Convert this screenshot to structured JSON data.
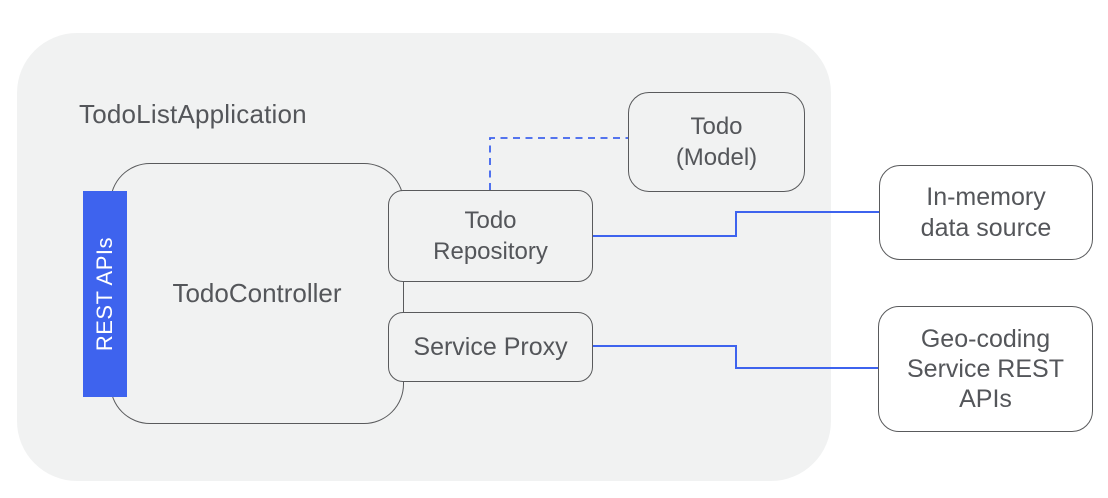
{
  "diagram": {
    "container_label": "TodoListApplication",
    "nodes": {
      "rest_apis": {
        "label": "REST APIs"
      },
      "todo_controller": {
        "label": "TodoController"
      },
      "todo_repository": {
        "label": "Todo\nRepository"
      },
      "service_proxy": {
        "label": "Service Proxy"
      },
      "todo_model": {
        "label": "Todo\n(Model)"
      },
      "in_memory_data_source": {
        "label": "In-memory\ndata source"
      },
      "geo_coding_service": {
        "label": "Geo-coding\nService REST\nAPIs"
      }
    },
    "connections": [
      {
        "from": "todo_repository",
        "to": "todo_model",
        "style": "dashed"
      },
      {
        "from": "todo_repository",
        "to": "in_memory_data_source",
        "style": "solid"
      },
      {
        "from": "service_proxy",
        "to": "geo_coding_service",
        "style": "solid"
      }
    ],
    "colors": {
      "accent_blue": "#3e63ee",
      "container_gray": "#f1f2f2",
      "border_gray": "#595a5c",
      "text_gray": "#54565a",
      "rest_bar_text": "#ffffff",
      "page_background": "#ffffff"
    }
  }
}
